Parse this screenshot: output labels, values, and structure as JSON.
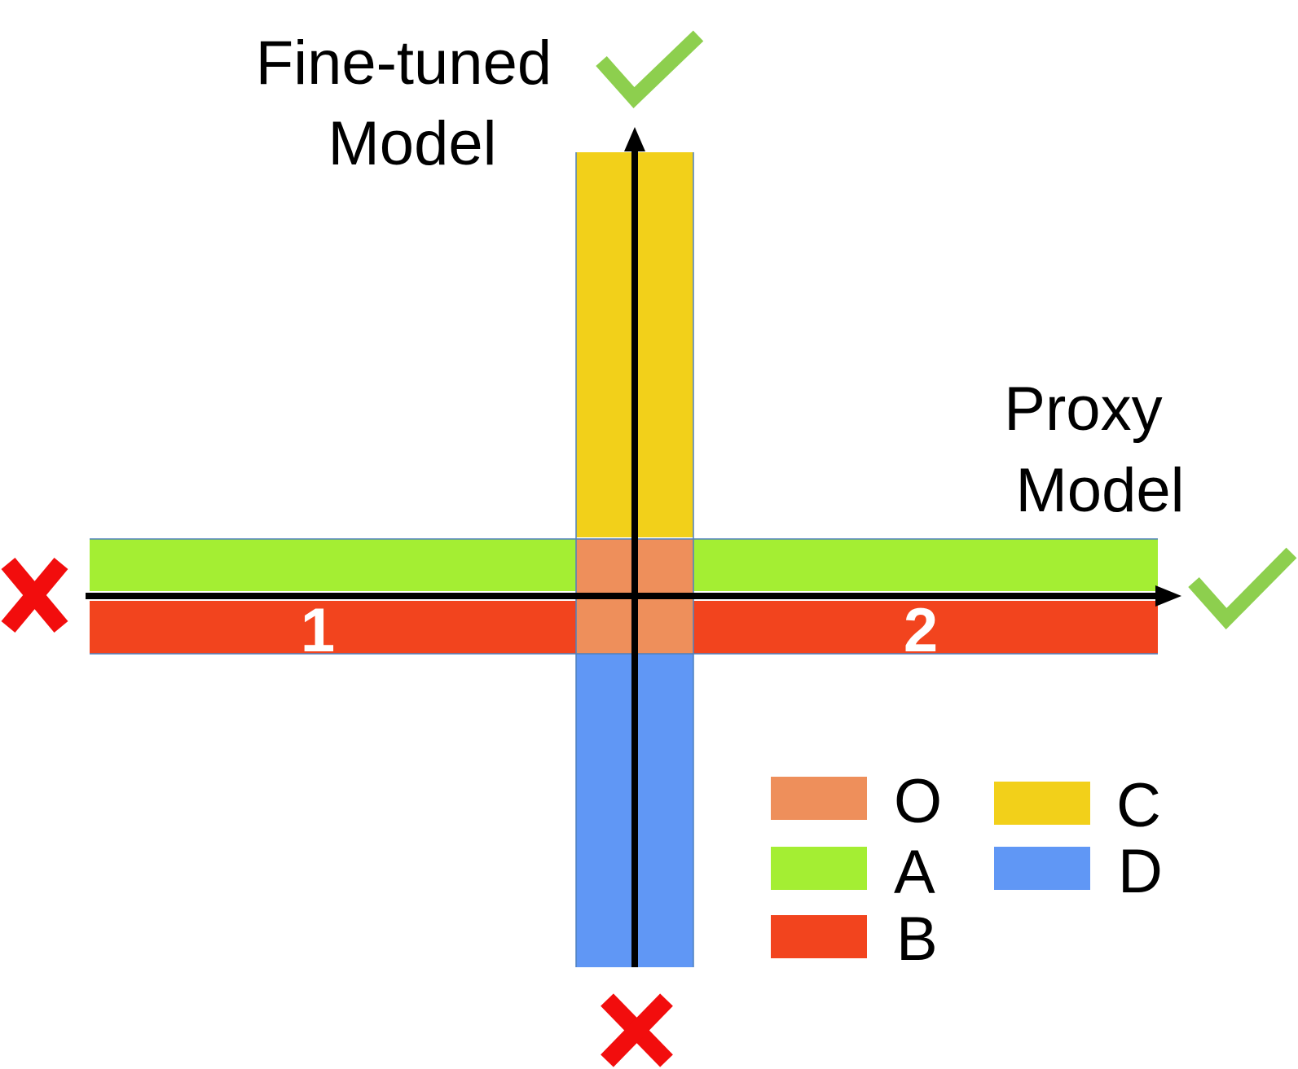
{
  "axes": {
    "vertical_label": [
      "Fine-tuned",
      "Model"
    ],
    "horizontal_label": [
      "Proxy",
      "Model"
    ]
  },
  "regions": {
    "left_number": "1",
    "right_number": "2"
  },
  "icons": {
    "top": "check-icon",
    "right": "check-icon",
    "left": "cross-icon",
    "bottom": "cross-icon"
  },
  "legend": [
    {
      "label": "O",
      "color": "#EE8F5B"
    },
    {
      "label": "A",
      "color": "#A4EE33"
    },
    {
      "label": "B",
      "color": "#F2441E"
    },
    {
      "label": "C",
      "color": "#F2D01A"
    },
    {
      "label": "D",
      "color": "#6097F5"
    }
  ],
  "colors": {
    "O": "#EE8F5B",
    "A": "#A4EE33",
    "B": "#F2441E",
    "C": "#F2D01A",
    "D": "#6097F5",
    "check": "#8DCF4E",
    "cross": "#F20D0D",
    "axis": "#000000"
  }
}
